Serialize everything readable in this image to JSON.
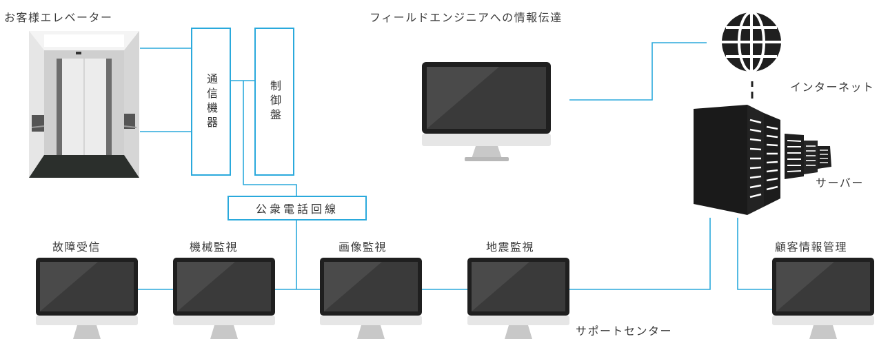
{
  "labels": {
    "elevator": "お客様エレベーター",
    "field_engineer": "フィールドエンジニアへの情報伝達",
    "internet": "インターネット",
    "server": "サーバー",
    "support_center": "サポートセンター"
  },
  "boxes": {
    "comm_device": "通信機器",
    "control_panel": "制御盤",
    "public_line": "公衆電話回線"
  },
  "monitors": {
    "failure_reception": "故障受信",
    "machine_monitoring": "機械監視",
    "image_monitoring": "画像監視",
    "earthquake_monitoring": "地震監視",
    "customer_info": "顧客情報管理"
  },
  "icons": {
    "globe": "globe-icon",
    "server": "server-rack-icon",
    "monitor": "monitor-icon",
    "elevator": "elevator-interior-photo"
  },
  "colors": {
    "line": "#2aa9dc",
    "screen": "#4a4a4a",
    "bezel": "#1f1f1f",
    "stand": "#c8c8c8"
  }
}
